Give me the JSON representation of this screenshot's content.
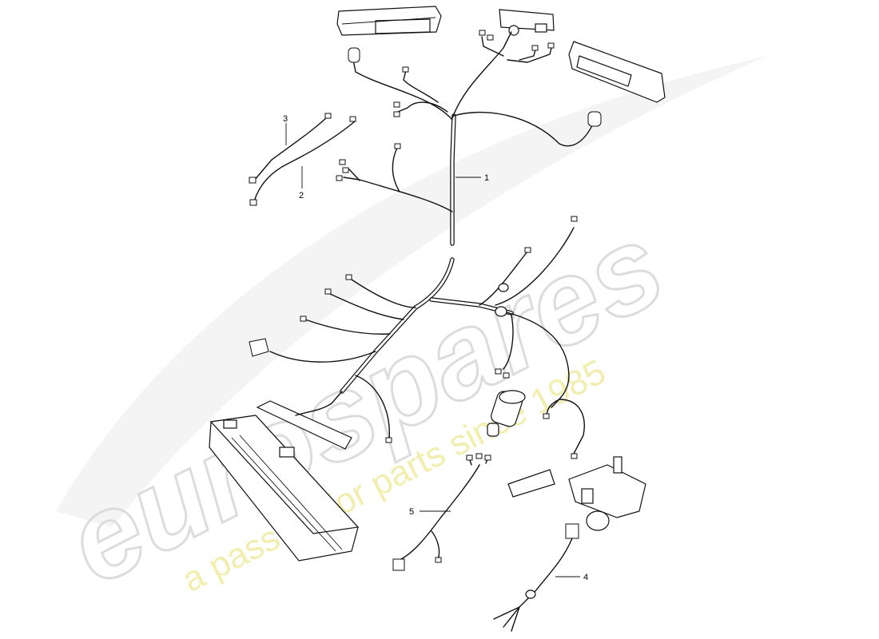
{
  "watermark": {
    "brand": "eurospares",
    "tagline": "a passion for parts since 1985",
    "brand_color": "#e6e6e6",
    "tagline_color": "#f3f0b4"
  },
  "callouts": [
    {
      "id": "1",
      "label": "1"
    },
    {
      "id": "2",
      "label": "2"
    },
    {
      "id": "3",
      "label": "3"
    },
    {
      "id": "4",
      "label": "4"
    },
    {
      "id": "5",
      "label": "5"
    }
  ]
}
